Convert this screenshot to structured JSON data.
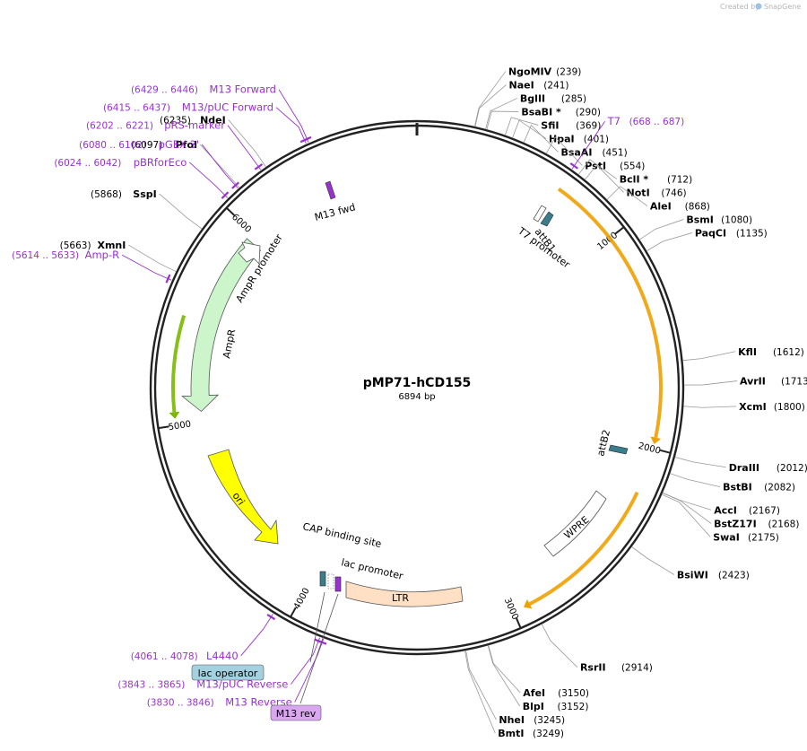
{
  "credit": {
    "text": "Created by",
    "brand": "SnapGene"
  },
  "plasmid": {
    "name": "pMP71-hCD155",
    "length": "6894 bp",
    "total_bp": 6894
  },
  "colors": {
    "enzyme": "#000000",
    "primer": "#9b30d0",
    "orange_feature": "#f0a000",
    "green_feature": "#7ab800",
    "light_green": "#ccf5cc",
    "ori": "#ffff00",
    "ltr": "#ffe0c4",
    "att_site": "#3a7d8c",
    "lac_operator": "#a4d1e0",
    "m13_rev_box": "#d9a6f0"
  },
  "ticks": [
    {
      "label": "1000",
      "bp": 1000
    },
    {
      "label": "2000",
      "bp": 2000
    },
    {
      "label": "3000",
      "bp": 3000
    },
    {
      "label": "4000",
      "bp": 4000
    },
    {
      "label": "5000",
      "bp": 5000
    },
    {
      "label": "6000",
      "bp": 6000
    }
  ],
  "enzymes": [
    {
      "name": "NgoMIV",
      "pos": "(239)",
      "bp": 239
    },
    {
      "name": "NaeI",
      "pos": "(241)",
      "bp": 241
    },
    {
      "name": "BglII",
      "pos": "(285)",
      "bp": 285
    },
    {
      "name": "BsaBI *",
      "pos": "(290)",
      "bp": 290
    },
    {
      "name": "SfiI",
      "pos": "(369)",
      "bp": 369
    },
    {
      "name": "HpaI",
      "pos": "(401)",
      "bp": 401
    },
    {
      "name": "BsaAI",
      "pos": "(451)",
      "bp": 451
    },
    {
      "name": "PstI",
      "pos": "(554)",
      "bp": 554
    },
    {
      "name": "BclI *",
      "pos": "(712)",
      "bp": 712
    },
    {
      "name": "NotI",
      "pos": "(746)",
      "bp": 746
    },
    {
      "name": "AleI",
      "pos": "(868)",
      "bp": 868
    },
    {
      "name": "BsmI",
      "pos": "(1080)",
      "bp": 1080
    },
    {
      "name": "PaqCI",
      "pos": "(1135)",
      "bp": 1135
    },
    {
      "name": "KflI",
      "pos": "(1612)",
      "bp": 1612
    },
    {
      "name": "AvrII",
      "pos": "(1713)",
      "bp": 1713
    },
    {
      "name": "XcmI",
      "pos": "(1800)",
      "bp": 1800
    },
    {
      "name": "DraIII",
      "pos": "(2012)",
      "bp": 2012
    },
    {
      "name": "BstBI",
      "pos": "(2082)",
      "bp": 2082
    },
    {
      "name": "AccI",
      "pos": "(2167)",
      "bp": 2167
    },
    {
      "name": "BstZ17I",
      "pos": "(2168)",
      "bp": 2168
    },
    {
      "name": "SwaI",
      "pos": "(2175)",
      "bp": 2175
    },
    {
      "name": "BsiWI",
      "pos": "(2423)",
      "bp": 2423
    },
    {
      "name": "RsrII",
      "pos": "(2914)",
      "bp": 2914
    },
    {
      "name": "AfeI",
      "pos": "(3150)",
      "bp": 3150
    },
    {
      "name": "BlpI",
      "pos": "(3152)",
      "bp": 3152
    },
    {
      "name": "NheI",
      "pos": "(3245)",
      "bp": 3245
    },
    {
      "name": "BmtI",
      "pos": "(3249)",
      "bp": 3249
    },
    {
      "name": "XmnI",
      "pos": "(5663)",
      "bp": 5663
    },
    {
      "name": "SspI",
      "pos": "(5868)",
      "bp": 5868
    },
    {
      "name": "PfoI",
      "pos": "(6097)",
      "bp": 6097
    },
    {
      "name": "NdeI",
      "pos": "(6235)",
      "bp": 6235
    }
  ],
  "primer_sites": [
    {
      "range": "(668 .. 687)",
      "name": "T7",
      "bp": 677
    },
    {
      "range": "(6429 .. 6446)",
      "name": "M13 Forward",
      "bp": 6437
    },
    {
      "range": "(6415 .. 6437)",
      "name": "M13/pUC Forward",
      "bp": 6426
    },
    {
      "range": "(6202 .. 6221)",
      "name": "pRS-marker",
      "bp": 6211
    },
    {
      "range": "(6080 .. 6102)",
      "name": "pGEX 3'",
      "bp": 6091
    },
    {
      "range": "(6024 .. 6042)",
      "name": "pBRforEco",
      "bp": 6033
    },
    {
      "range": "(5614 .. 5633)",
      "name": "Amp-R",
      "bp": 5623
    },
    {
      "range": "(4061 .. 4078)",
      "name": "L4440",
      "bp": 4069
    },
    {
      "range": "(3843 .. 3865)",
      "name": "M13/pUC Reverse",
      "bp": 3854
    },
    {
      "range": "(3830 .. 3846)",
      "name": "M13 Reverse",
      "bp": 3838
    }
  ],
  "features": [
    {
      "label": "T7 promoter"
    },
    {
      "label": "attB1"
    },
    {
      "label": "attB2"
    },
    {
      "label": "WPRE"
    },
    {
      "label": "LTR"
    },
    {
      "label": "lac promoter"
    },
    {
      "label": "CAP binding site"
    },
    {
      "label": "ori"
    },
    {
      "label": "AmpR"
    },
    {
      "label": "AmpR promoter"
    },
    {
      "label": "M13 fwd"
    }
  ],
  "boxed_labels": {
    "lac_operator": "lac operator",
    "m13_rev": "M13 rev"
  }
}
